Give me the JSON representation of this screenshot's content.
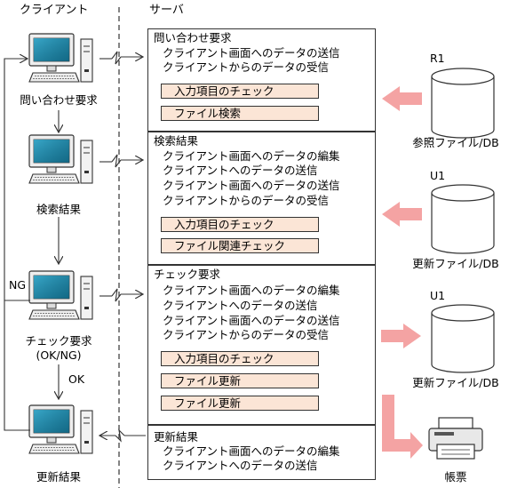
{
  "headers": {
    "client": "クライアント",
    "server": "サーバ"
  },
  "clients": [
    {
      "label": "問い合わせ要求"
    },
    {
      "label": "検索結果"
    },
    {
      "label": "チェック要求",
      "sub": "(OK/NG)"
    },
    {
      "label": "更新結果"
    }
  ],
  "flow_labels": {
    "ng": "NG",
    "ok": "OK"
  },
  "boxes": [
    {
      "title": "問い合わせ要求",
      "lines": [
        "クライアント画面へのデータの送信",
        "クライアントからのデータの受信"
      ],
      "processes": [
        "入力項目のチェック",
        "ファイル検索"
      ]
    },
    {
      "title": "検索結果",
      "lines": [
        "クライアント画面へのデータの編集",
        "クライアントへのデータの送信",
        "クライアント画面へのデータの送信",
        "クライアントからのデータの受信"
      ],
      "processes": [
        "入力項目のチェック",
        "ファイル関連チェック"
      ]
    },
    {
      "title": "チェック要求",
      "lines": [
        "クライアント画面へのデータの編集",
        "クライアントへのデータの送信",
        "クライアント画面へのデータの送信",
        "クライアントからのデータの受信"
      ],
      "processes": [
        "入力項目のチェック",
        "ファイル更新",
        "ファイル更新"
      ]
    },
    {
      "title": "更新結果",
      "lines": [
        "クライアント画面へのデータの編集",
        "クライアントへのデータの送信"
      ],
      "processes": []
    }
  ],
  "databases": [
    {
      "id": "R1",
      "label": "参照ファイル/DB"
    },
    {
      "id": "U1",
      "label": "更新ファイル/DB"
    },
    {
      "id": "U1",
      "label": "更新ファイル/DB"
    }
  ],
  "printer": {
    "label": "帳票"
  },
  "colors": {
    "process_fill": "#fbe5d6",
    "arrow_fill": "#f4a3a3",
    "line": "#333333"
  }
}
